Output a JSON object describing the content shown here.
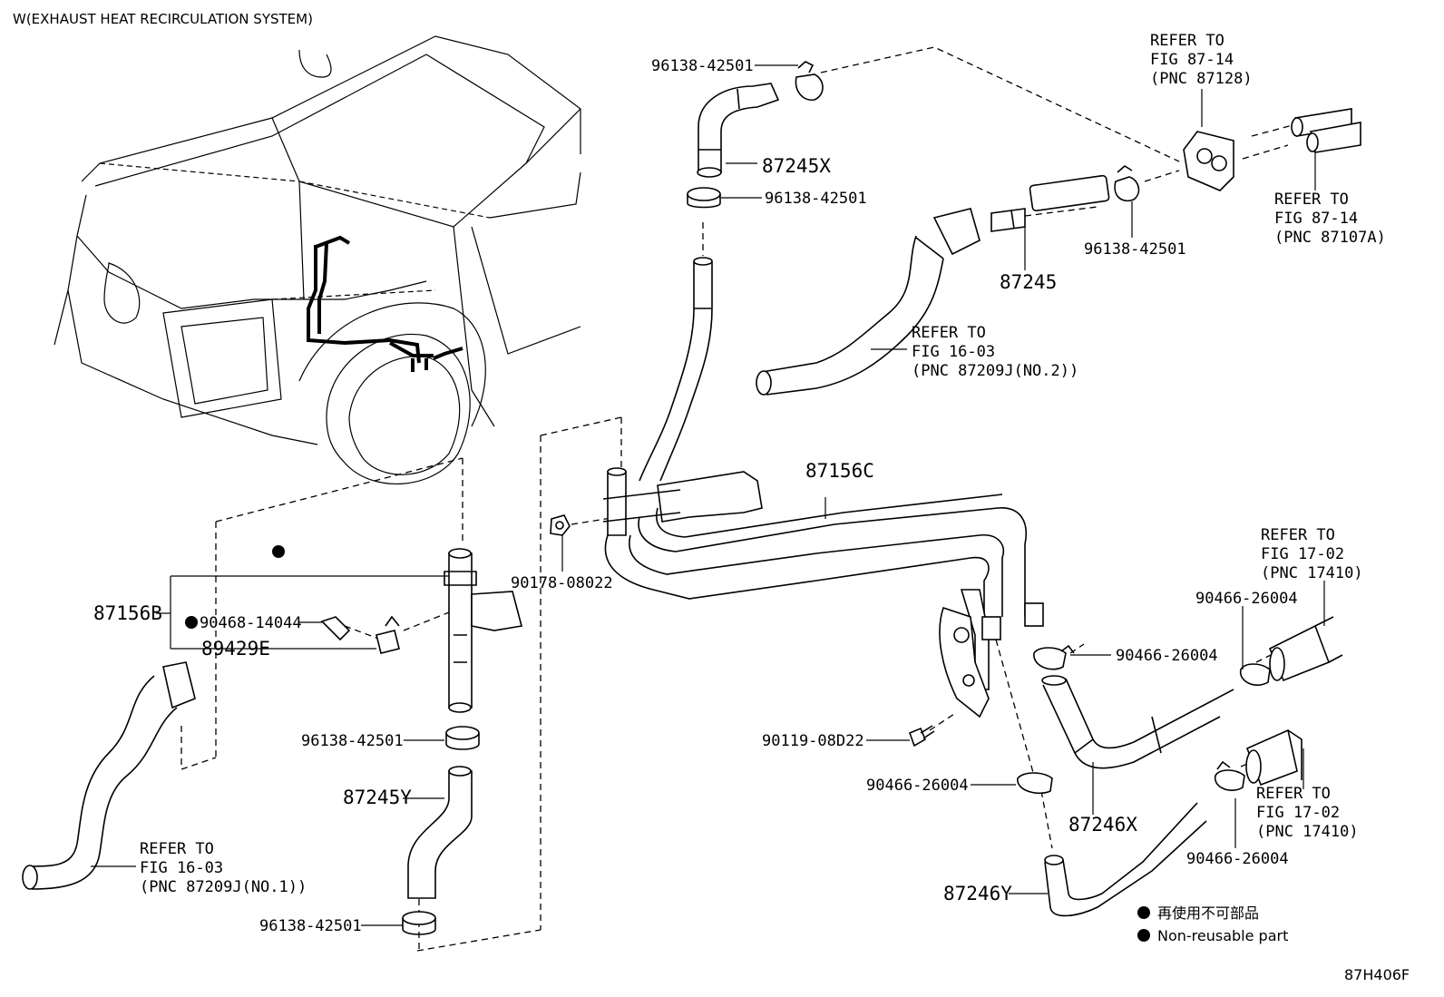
{
  "diagram": {
    "title": "W(EXHAUST HEAT RECIRCULATION SYSTEM)",
    "figure_code": "87H406F",
    "parts": {
      "p87245X": "87245X",
      "p87245": "87245",
      "p87245Y": "87245Y",
      "p87156C": "87156C",
      "p87156B": "87156B",
      "p89429E": "89429E",
      "p87246X": "87246X",
      "p87246Y": "87246Y",
      "c96138_a": "96138-42501",
      "c96138_b": "96138-42501",
      "c96138_c": "96138-42501",
      "c96138_d": "96138-42501",
      "c96138_e": "96138-42501",
      "c90466_a": "90466-26004",
      "c90466_b": "90466-26004",
      "c90466_c": "90466-26004",
      "c90466_d": "90466-26004",
      "n90178": "90178-08022",
      "b90119": "90119-08D22",
      "k90468": "90468-14044"
    },
    "refs": {
      "r87128": [
        "REFER TO",
        "FIG 87-14",
        "(PNC 87128)"
      ],
      "r87107A": [
        "REFER TO",
        "FIG 87-14",
        "(PNC 87107A)"
      ],
      "r87209J2": [
        "REFER TO",
        "FIG 16-03",
        "(PNC 87209J(NO.2))"
      ],
      "r87209J1": [
        "REFER TO",
        "FIG 16-03",
        "(PNC 87209J(NO.1))"
      ],
      "r17410a": [
        "REFER TO",
        "FIG 17-02",
        "(PNC 17410)"
      ],
      "r17410b": [
        "REFER TO",
        "FIG 17-02",
        "(PNC 17410)"
      ]
    },
    "legend": {
      "chinese": "再使用不可部品",
      "english": "Non-reusable part"
    }
  }
}
